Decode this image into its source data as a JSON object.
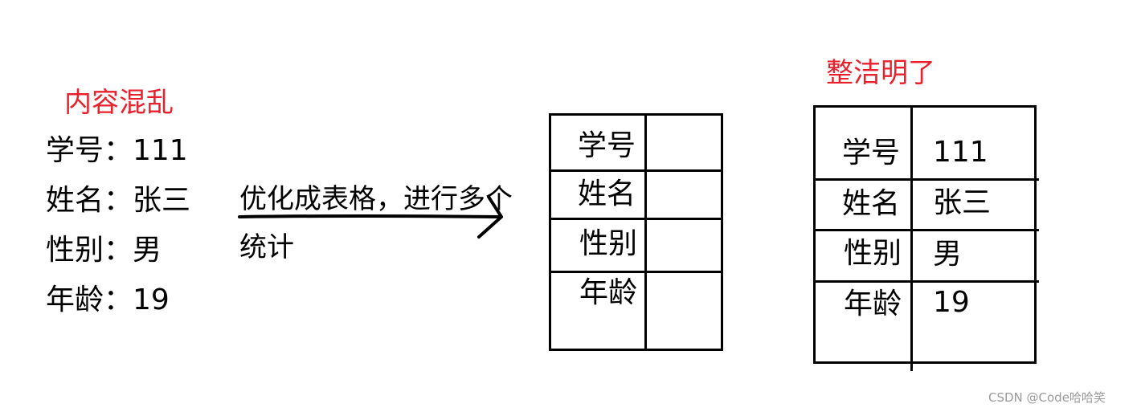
{
  "left_block": {
    "title": "内容混乱",
    "lines": [
      "学号：111",
      "姓名：张三",
      "性别：男",
      "年龄：19"
    ]
  },
  "arrow": {
    "label_line1": "优化成表格，进行多个",
    "label_line2": "统计"
  },
  "middle_table": {
    "labels": [
      "学号",
      "姓名",
      "性别",
      "年龄"
    ]
  },
  "right_block": {
    "title": "整洁明了",
    "labels": [
      "学号",
      "姓名",
      "性别",
      "年龄"
    ],
    "values": [
      "111",
      "张三",
      "男",
      "19"
    ]
  },
  "watermark": "CSDN @Code哈哈笑",
  "colors": {
    "title_red": "#e8212c",
    "ink": "#000000"
  }
}
